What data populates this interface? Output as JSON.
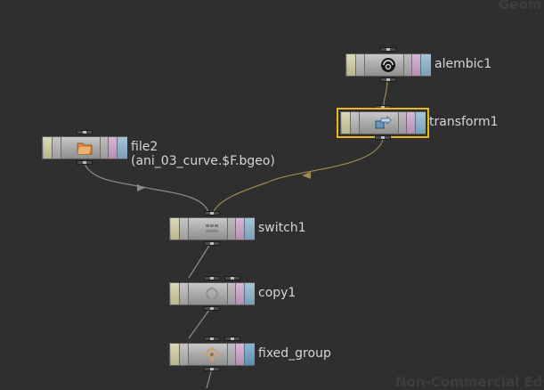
{
  "watermarks": {
    "top": "Geom",
    "bottom": "Non-Commercial Edu"
  },
  "colors": {
    "background": "#2f2f2f",
    "wire": "#8c8c8c",
    "wire_active": "#9c8a4e",
    "selection": "#e8b820"
  },
  "nodes": {
    "alembic": {
      "name": "alembic1",
      "icon": "alembic-icon"
    },
    "transform": {
      "name": "transform1",
      "icon": "transform-icon",
      "selected": true
    },
    "file": {
      "name": "file2",
      "subtitle": "(ani_03_curve.$F.bgeo)",
      "icon": "file-icon"
    },
    "switch": {
      "name": "switch1",
      "icon": "switch-icon"
    },
    "copy": {
      "name": "copy1",
      "icon": "copy-icon"
    },
    "fixed_group": {
      "name": "fixed_group",
      "icon": "group-icon",
      "display": true
    }
  },
  "wires": [
    {
      "from": "alembic1",
      "to": "transform1"
    },
    {
      "from": "transform1",
      "to": "switch1"
    },
    {
      "from": "file2",
      "to": "switch1"
    },
    {
      "from": "switch1",
      "to": "copy1"
    },
    {
      "from": "copy1",
      "to": "fixed_group"
    }
  ]
}
